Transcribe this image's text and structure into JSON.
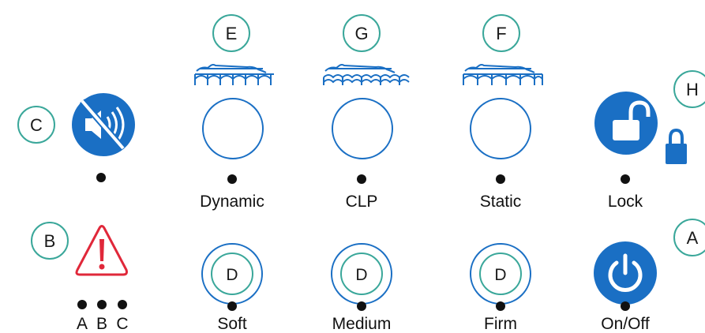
{
  "colors": {
    "brand_blue": "#1a6fc4",
    "callout_teal": "#3aa79a",
    "alert_red": "#e0283a",
    "dot": "#111111",
    "text": "#111111"
  },
  "callouts": {
    "e": "E",
    "g": "G",
    "f": "F",
    "c": "C",
    "h": "H",
    "b": "B",
    "a": "A",
    "d1": "D",
    "d2": "D",
    "d3": "D"
  },
  "mode_buttons": [
    {
      "label": "Dynamic",
      "icon": "mattress-person-icon"
    },
    {
      "label": "CLP",
      "icon": "mattress-person-icon"
    },
    {
      "label": "Static",
      "icon": "mattress-person-icon"
    }
  ],
  "firmness_buttons": [
    {
      "label": "Soft"
    },
    {
      "label": "Medium"
    },
    {
      "label": "Firm"
    }
  ],
  "lock": {
    "label": "Lock",
    "icon": "unlock-icon",
    "indicator_icon": "lock-icon"
  },
  "power": {
    "label": "On/Off",
    "icon": "power-icon"
  },
  "mute": {
    "icon": "mute-icon"
  },
  "alarm": {
    "icon": "warning-icon",
    "led_labels": [
      "A",
      "B",
      "C"
    ]
  }
}
